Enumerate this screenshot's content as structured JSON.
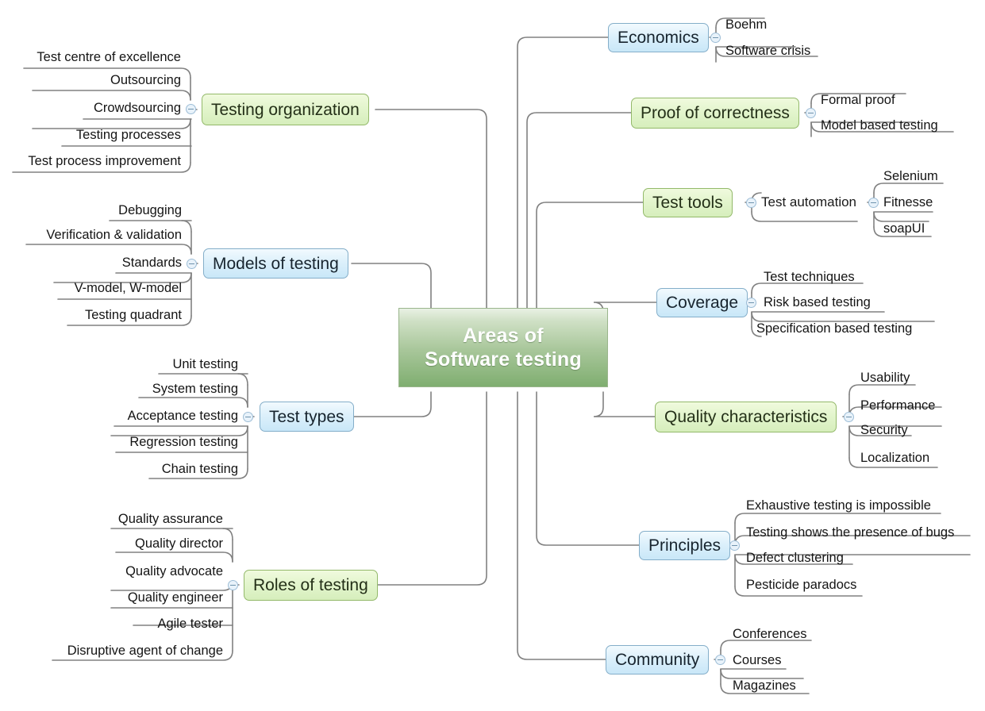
{
  "diagram": {
    "type": "mind-map",
    "title": "Areas of Software testing",
    "root": {
      "line1": "Areas of",
      "line2": "Software testing"
    },
    "colors": {
      "root_gradient_top": "#e9f1e4",
      "root_gradient_bottom": "#7fae70",
      "root_border": "#9ab58c",
      "root_text": "#ffffff",
      "green_fill": "#e3f5cd",
      "green_border": "#93b96a",
      "blue_fill": "#dcf0fb",
      "blue_border": "#84aec9",
      "connector": "#808080",
      "toggle_fill": "#e8f2fa",
      "toggle_border": "#9dbdd6",
      "background": "#ffffff"
    },
    "left_branches": [
      {
        "label": "Testing organization",
        "color": "green",
        "children": [
          "Test centre of excellence",
          "Outsourcing",
          "Crowdsourcing",
          "Testing processes",
          "Test process improvement"
        ]
      },
      {
        "label": "Models of testing",
        "color": "blue",
        "children": [
          "Debugging",
          "Verification & validation",
          "Standards",
          "V-model, W-model",
          "Testing quadrant"
        ]
      },
      {
        "label": "Test types",
        "color": "blue",
        "children": [
          "Unit testing",
          "System testing",
          "Acceptance testing",
          "Regression testing",
          "Chain testing"
        ]
      },
      {
        "label": "Roles of testing",
        "color": "green",
        "children": [
          "Quality assurance",
          "Quality director",
          "Quality advocate",
          "Quality engineer",
          "Agile tester",
          "Disruptive agent of change"
        ]
      }
    ],
    "right_branches": [
      {
        "label": "Economics",
        "color": "blue",
        "children": [
          "Boehm",
          "Software crisis"
        ]
      },
      {
        "label": "Proof of correctness",
        "color": "green",
        "children": [
          "Formal proof",
          "Model based testing"
        ]
      },
      {
        "label": "Test tools",
        "color": "green",
        "children": [
          "Test automation"
        ],
        "grandchildren": [
          "Selenium",
          "Fitnesse",
          "soapUI"
        ]
      },
      {
        "label": "Coverage",
        "color": "blue",
        "children": [
          "Test techniques",
          "Risk based testing",
          "Specification based testing"
        ]
      },
      {
        "label": "Quality characteristics",
        "color": "green",
        "children": [
          "Usability",
          "Performance",
          "Security",
          "Localization"
        ]
      },
      {
        "label": "Principles",
        "color": "blue",
        "children": [
          "Exhaustive testing is impossible",
          "Testing shows the presence of bugs",
          "Defect clustering",
          "Pesticide paradocs"
        ]
      },
      {
        "label": "Community",
        "color": "blue",
        "children": [
          "Conferences",
          "Courses",
          "Magazines"
        ]
      }
    ]
  }
}
